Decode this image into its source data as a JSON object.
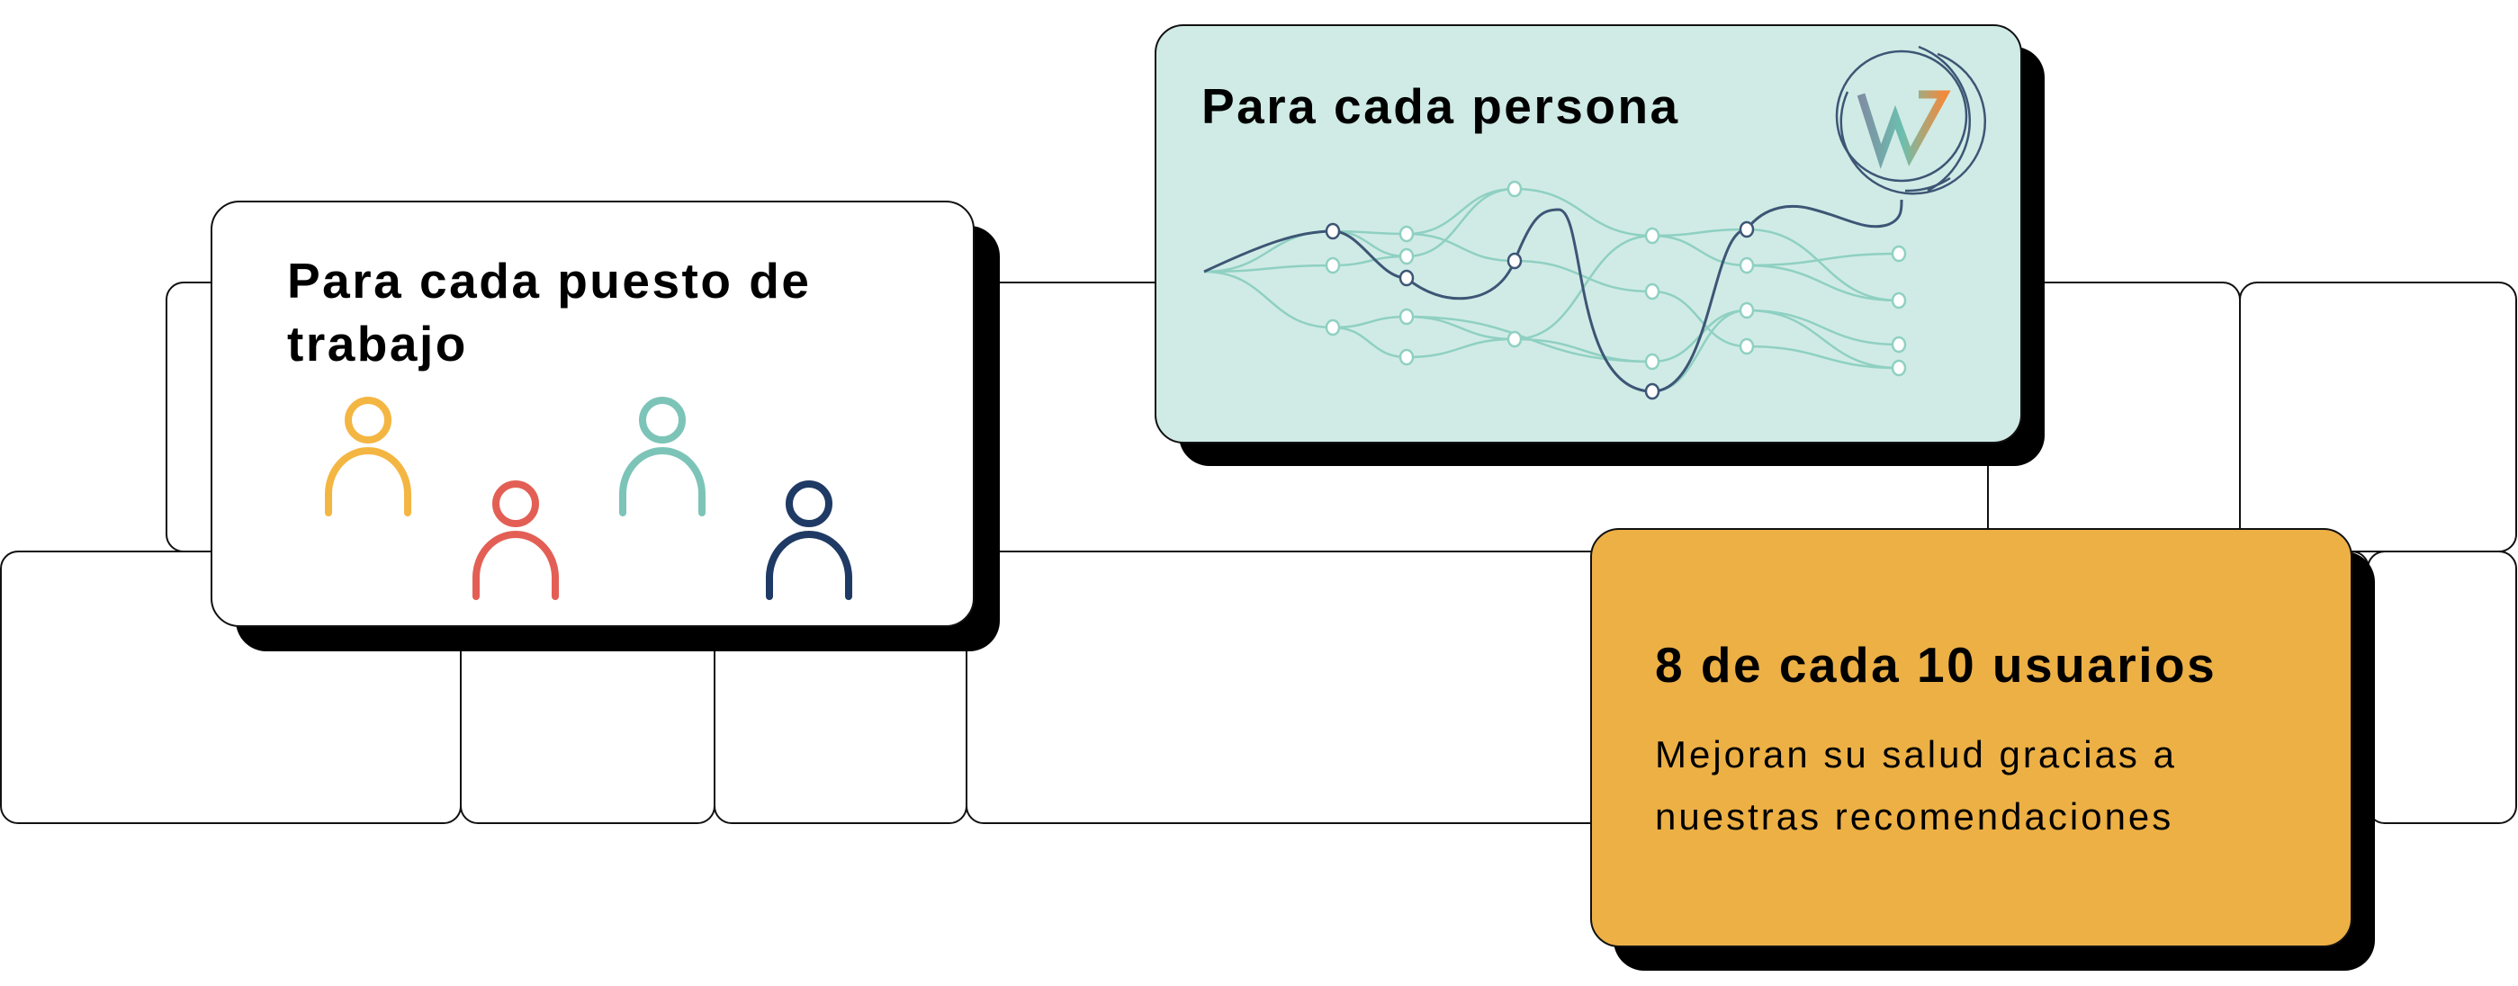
{
  "cards": {
    "jobs": {
      "title_line1": "Para cada puesto de",
      "title_line2": "trabajo",
      "background": "#ffffff",
      "people_colors": [
        "#f4b642",
        "#e35f55",
        "#7dc4b8",
        "#1f3a64"
      ]
    },
    "person": {
      "title": "Para cada persona",
      "background": "#d0ebe6",
      "line_color": "#8fd0c2",
      "path_color": "#3d5675"
    },
    "stats": {
      "title": "8 de cada 10 usuarios",
      "line1": "Mejoran su salud gracias a",
      "line2": "nuestras recomendaciones",
      "background": "#edb045"
    }
  },
  "logo": {
    "icon": "w-logo-icon"
  }
}
